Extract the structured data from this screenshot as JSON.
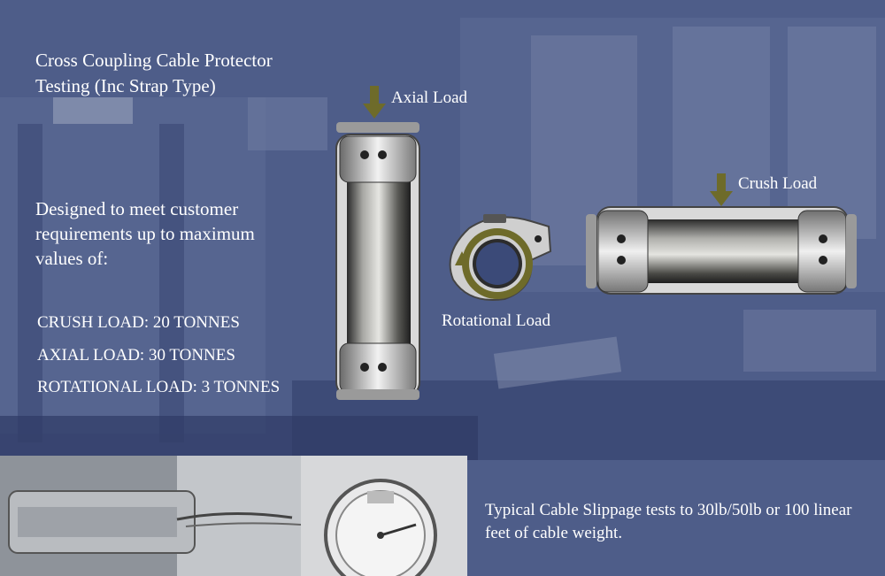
{
  "title": "Cross Coupling Cable Protector Testing (Inc Strap Type)",
  "intro": "Designed to meet customer requirements up to maximum values of:",
  "specs": {
    "crush": "CRUSH LOAD: 20 TONNES",
    "axial": "AXIAL LOAD: 30 TONNES",
    "rotational": "ROTATIONAL LOAD: 3 TONNES"
  },
  "labels": {
    "axial": "Axial Load",
    "crush": "Crush Load",
    "rotational": "Rotational Load"
  },
  "slippage": "Typical Cable Slippage tests to 30lb/50lb or 100 linear feet of cable weight.",
  "colors": {
    "background": "#4c5b87",
    "arrow": "#6e6b2a",
    "text": "#ffffff"
  }
}
